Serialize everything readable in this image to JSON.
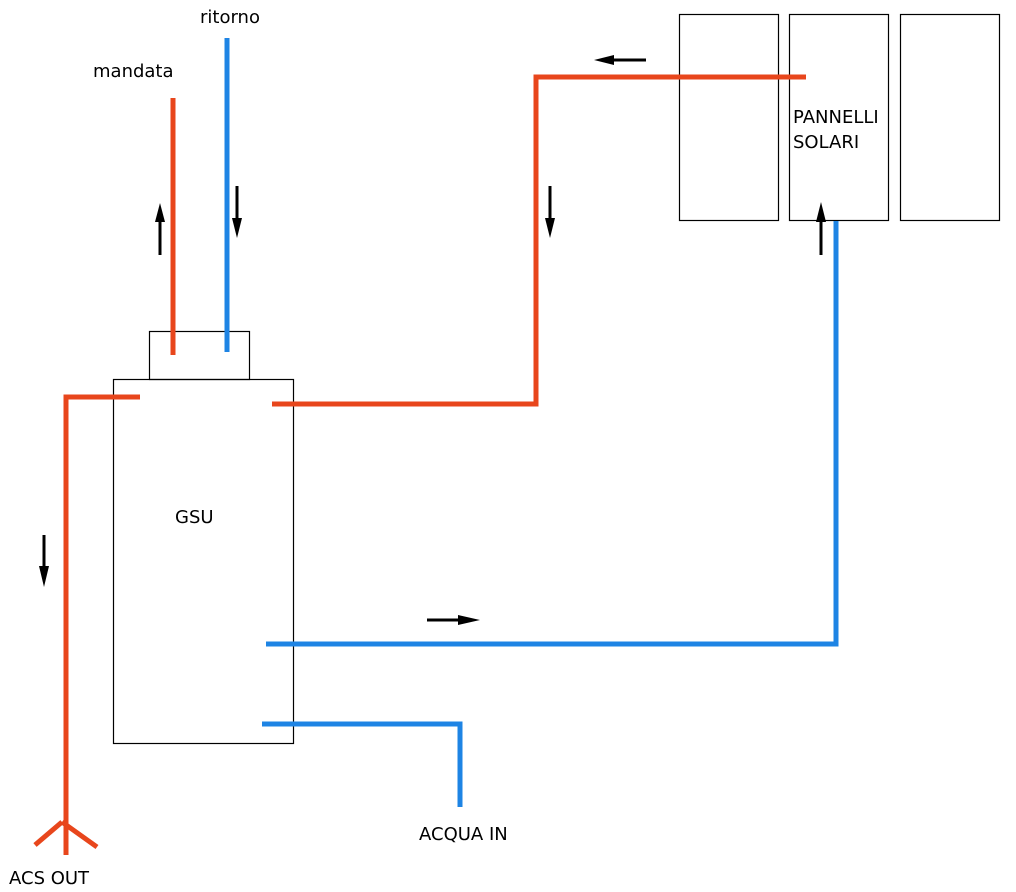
{
  "colors": {
    "hot": "#e8461c",
    "cold": "#1e84e4",
    "outline": "#000000",
    "arrow": "#000000"
  },
  "labels": {
    "ritorno": "ritorno",
    "mandata": "mandata",
    "gsu": "GSU",
    "pannelli_line1": "PANNELLI",
    "pannelli_line2": "SOLARI",
    "acs_out": "ACS OUT",
    "acqua_in": "ACQUA IN"
  },
  "components": {
    "boiler": "GSU",
    "solar_panels_count": 3
  },
  "pipes": [
    {
      "id": "mandata",
      "type": "hot",
      "direction": "up"
    },
    {
      "id": "ritorno",
      "type": "cold",
      "direction": "down"
    },
    {
      "id": "solar-hot-return",
      "type": "hot",
      "direction": "from panels to GSU"
    },
    {
      "id": "solar-cold-feed",
      "type": "cold",
      "direction": "from GSU to panels"
    },
    {
      "id": "acs-out",
      "type": "hot",
      "direction": "down"
    },
    {
      "id": "acqua-in",
      "type": "cold",
      "direction": "into GSU"
    }
  ]
}
